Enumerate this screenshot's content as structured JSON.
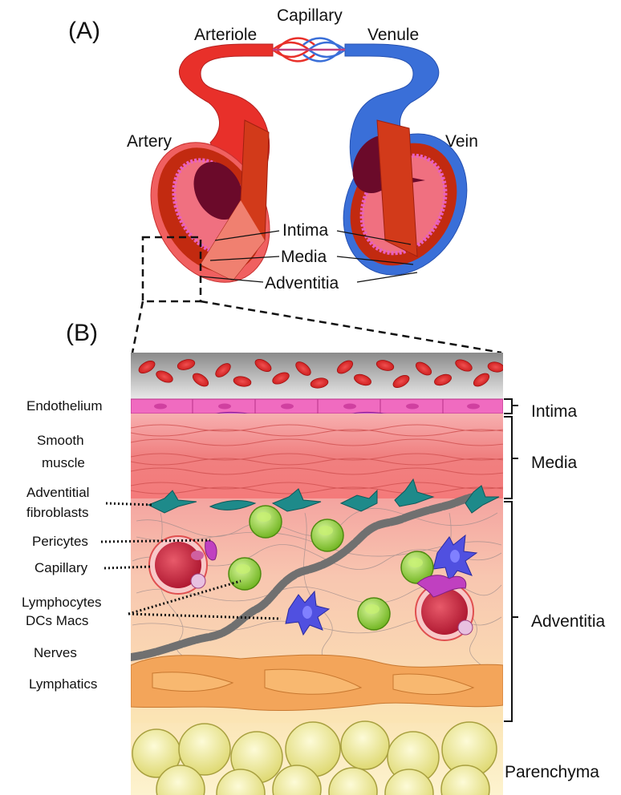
{
  "panel_a": {
    "letter": "(A)",
    "labels": {
      "capillary": "Capillary",
      "arteriole": "Arteriole",
      "venule": "Venule",
      "artery": "Artery",
      "vein": "Vein",
      "intima": "Intima",
      "media": "Media",
      "adventitia": "Adventitia"
    }
  },
  "panel_b": {
    "letter": "(B)",
    "left_labels": {
      "endothelium": "Endothelium",
      "smooth_muscle_1": "Smooth",
      "smooth_muscle_2": "muscle",
      "adventitial_fibroblasts_1": "Adventitial",
      "adventitial_fibroblasts_2": "fibroblasts",
      "pericytes": "Pericytes",
      "capillary": "Capillary",
      "lymphocytes": "Lymphocytes",
      "dcs_macs": "DCs Macs",
      "nerves": "Nerves",
      "lymphatics": "Lymphatics"
    },
    "right_labels": {
      "intima": "Intima",
      "media": "Media",
      "adventitia": "Adventitia",
      "parenchyma": "Parenchyma"
    }
  },
  "colors": {
    "artery_red": "#e8302a",
    "vein_blue": "#3a6fd8",
    "lumen_dark": "#6b0a2a",
    "endothelium_pink": "#f06bc0",
    "fibroblast_teal": "#1e8a8a",
    "lymphocyte_green": "#8ed22a",
    "dc_purple": "#5050e0",
    "lymphatic_orange": "#f0a050",
    "fat_yellow": "#f2ee9a"
  }
}
